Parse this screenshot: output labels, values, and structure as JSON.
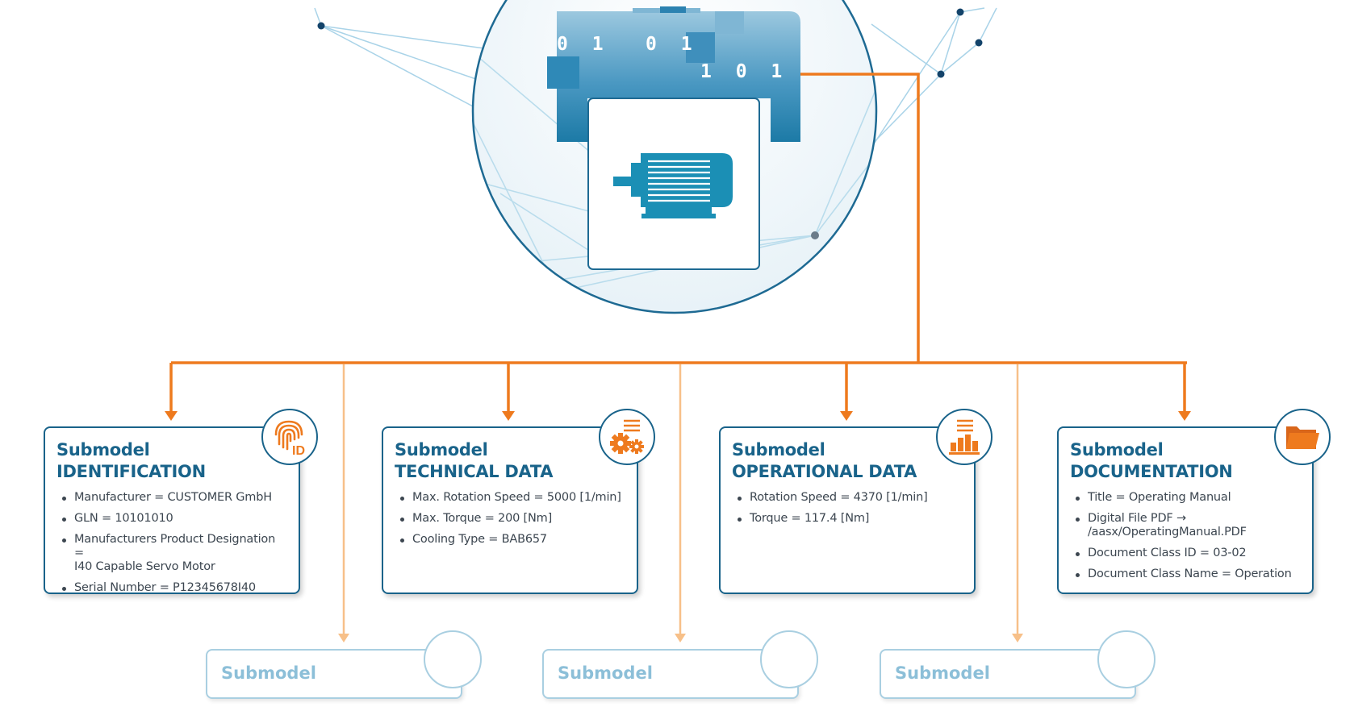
{
  "asset": {
    "binary_texts": [
      "0 1",
      "0 1",
      "1 0 1"
    ]
  },
  "cards": [
    {
      "title_line1": "Submodel",
      "title_line2": "IDENTIFICATION",
      "icon": "fingerprint-id-icon",
      "icon_text": "ID",
      "items": [
        [
          "Manufacturer = CUSTOMER GmbH"
        ],
        [
          "GLN = 10101010"
        ],
        [
          "Manufacturers Product Designation =",
          "I40 Capable Servo Motor"
        ],
        [
          "Serial Number = P12345678I40"
        ]
      ]
    },
    {
      "title_line1": "Submodel",
      "title_line2": "TECHNICAL DATA",
      "icon": "gears-icon",
      "items": [
        [
          "Max. Rotation Speed = 5000 [1/min]"
        ],
        [
          "Max. Torque = 200 [Nm]"
        ],
        [
          "Cooling Type = BAB657"
        ]
      ]
    },
    {
      "title_line1": "Submodel",
      "title_line2": "OPERATIONAL DATA",
      "icon": "bar-chart-icon",
      "items": [
        [
          "Rotation Speed = 4370 [1/min]"
        ],
        [
          "Torque = 117.4 [Nm]"
        ]
      ]
    },
    {
      "title_line1": "Submodel",
      "title_line2": "DOCUMENTATION",
      "icon": "folder-icon",
      "items": [
        [
          "Title = Operating Manual"
        ],
        [
          "Digital File PDF →",
          "/aasx/OperatingManual.PDF"
        ],
        [
          "Document Class ID = 03-02"
        ],
        [
          "Document Class Name = Operation"
        ]
      ]
    }
  ],
  "placeholders": [
    {
      "label": "Submodel"
    },
    {
      "label": "Submodel"
    },
    {
      "label": "Submodel"
    }
  ],
  "colors": {
    "primary": "#19638a",
    "accent_orange": "#ee7a1e",
    "light_orange": "#f7c089",
    "light_blue": "#a9cfe1",
    "motor_blue": "#1b8fb5"
  }
}
